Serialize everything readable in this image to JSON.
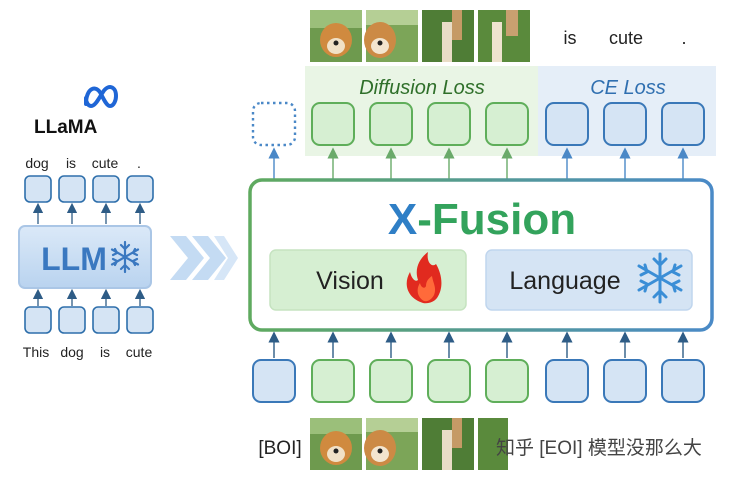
{
  "llama": {
    "brand": "LLaMA",
    "top_tokens": [
      "dog",
      "is",
      "cute",
      "."
    ],
    "bottom_tokens": [
      "This",
      "dog",
      "is",
      "cute"
    ],
    "llm_label": "LLM"
  },
  "xfusion": {
    "title_x": "X",
    "title_rest": "-Fusion",
    "vision_label": "Vision",
    "language_label": "Language"
  },
  "losses": {
    "diffusion": "Diffusion Loss",
    "ce": "CE Loss"
  },
  "top_text_tokens": [
    "is",
    "cute",
    "."
  ],
  "bottom_tokens": {
    "boi": "[BOI]",
    "overlay": "知乎 [EOI] 模型没那么大"
  },
  "colors": {
    "green_fill": "#d6efd2",
    "green_border": "#5fae5a",
    "blue_fill": "#d5e4f4",
    "blue_border": "#4a88c7",
    "title_blue": "#2f7fc6",
    "title_green": "#33a35c"
  }
}
